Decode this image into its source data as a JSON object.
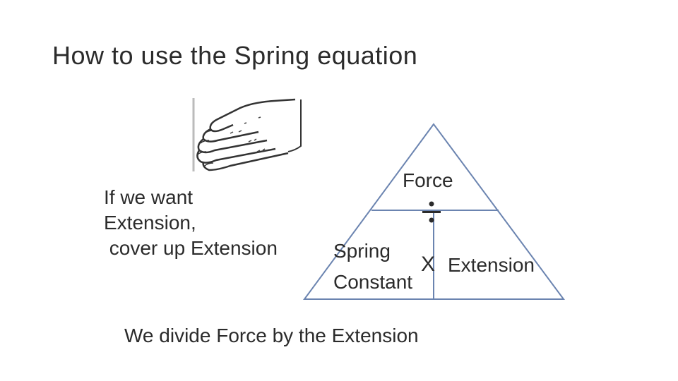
{
  "title": "How to use the Spring equation",
  "instruction": {
    "line1": "If we want",
    "line2": "Extension,",
    "line3": " cover up Extension"
  },
  "triangle": {
    "top_label": "Force",
    "bottom_left_line1": "Spring",
    "bottom_left_line2": "Constant",
    "bottom_right": "Extension",
    "divide_symbol": "divide-sign",
    "multiply_symbol": "X",
    "line_color": "#6b84b0"
  },
  "footer": "We divide Force by the Extension",
  "hand_icon": "hand-covering-icon"
}
